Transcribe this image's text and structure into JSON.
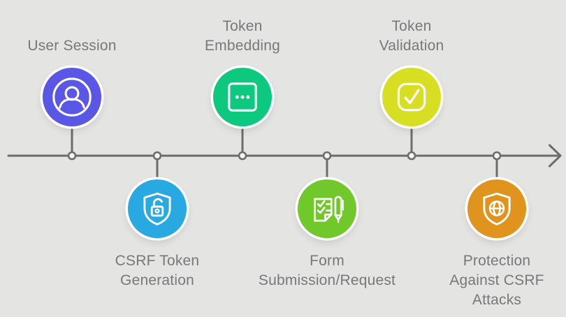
{
  "diagram": {
    "subject": "CSRF protection process timeline",
    "timeline": {
      "direction": "left-to-right",
      "has_arrowhead": true
    },
    "colors": {
      "background": "#e4e4e3",
      "axis": "#6c6c6c",
      "label_text": "#77787b",
      "node_dot_fill": "#f4f4f4",
      "icon_stroke": "#ffffff",
      "halo": "#ffffff"
    },
    "milestones": [
      {
        "label": "User Session",
        "lines": "User Session",
        "position": "above",
        "color": "#5a57e6",
        "icon": "user-avatar-icon"
      },
      {
        "label": "CSRF Token Generation",
        "lines": "CSRF Token\nGeneration",
        "position": "below",
        "color": "#29a9e2",
        "icon": "shield-lock-icon"
      },
      {
        "label": "Token Embedding",
        "lines": "Token\nEmbedding",
        "position": "above",
        "color": "#0dc97f",
        "icon": "card-dots-icon"
      },
      {
        "label": "Form Submission/Request",
        "lines": "Form\nSubmission/Request",
        "position": "below",
        "color": "#71c82b",
        "icon": "document-pen-icon"
      },
      {
        "label": "Token Validation",
        "lines": "Token\nValidation",
        "position": "above",
        "color": "#d8df22",
        "icon": "checkmark-box-icon"
      },
      {
        "label": "Protection Against CSRF Attacks",
        "lines": "Protection\nAgainst CSRF\nAttacks",
        "position": "below",
        "color": "#e0931d",
        "icon": "shield-globe-icon"
      }
    ]
  }
}
